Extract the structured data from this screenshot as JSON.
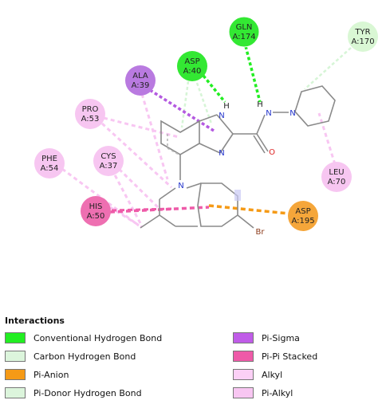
{
  "residues": [
    {
      "id": "gln174",
      "line1": "GLN",
      "line2": "A:174",
      "color": "#33e833"
    },
    {
      "id": "tyr170",
      "line1": "TYR",
      "line2": "A:170",
      "color": "#d9f7d4"
    },
    {
      "id": "asp40",
      "line1": "ASP",
      "line2": "A:40",
      "color": "#33e833"
    },
    {
      "id": "ala39",
      "line1": "ALA",
      "line2": "A:39",
      "color": "#b97ae0"
    },
    {
      "id": "pro53",
      "line1": "PRO",
      "line2": "A:53",
      "color": "#f7c6f1"
    },
    {
      "id": "cys37",
      "line1": "CYS",
      "line2": "A:37",
      "color": "#f7c6f1"
    },
    {
      "id": "phe54",
      "line1": "PHE",
      "line2": "A:54",
      "color": "#f7c6f1"
    },
    {
      "id": "his50",
      "line1": "HIS",
      "line2": "A:50",
      "color": "#ee6fb1"
    },
    {
      "id": "leu70",
      "line1": "LEU",
      "line2": "A:70",
      "color": "#f7c6f1"
    },
    {
      "id": "asp195",
      "line1": "ASP",
      "line2": "A:195",
      "color": "#f5a63a"
    }
  ],
  "atoms": {
    "n": "N",
    "h": "H",
    "o": "O",
    "br": "Br"
  },
  "legend": {
    "title": "Interactions",
    "items": [
      {
        "label": "Conventional Hydrogen Bond",
        "color": "#22ee22"
      },
      {
        "label": "Carbon Hydrogen Bond",
        "color": "#dcf5dc"
      },
      {
        "label": "Pi-Anion",
        "color": "#f59a16"
      },
      {
        "label": "Pi-Donor Hydrogen Bond",
        "color": "#dcf5dc"
      },
      {
        "label": "Pi-Sigma",
        "color": "#c05ce8"
      },
      {
        "label": "Pi-Pi Stacked",
        "color": "#ee5aa8"
      },
      {
        "label": "Alkyl",
        "color": "#fbd0f6"
      },
      {
        "label": "Pi-Alkyl",
        "color": "#f8c6f2"
      }
    ]
  }
}
